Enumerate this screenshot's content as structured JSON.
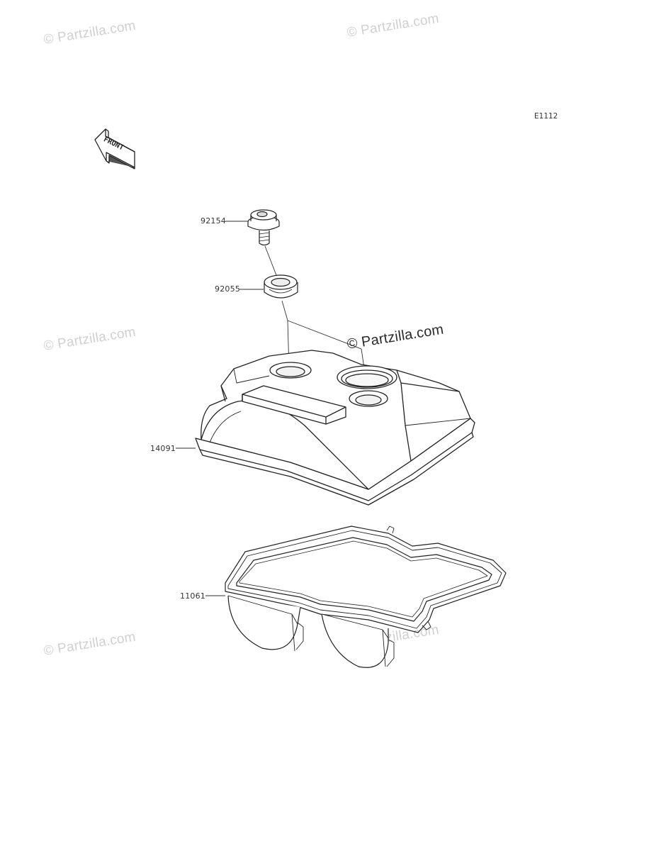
{
  "watermark_text": "© Partzilla.com",
  "diagram_code": "E1112",
  "front_label": "FRONT",
  "parts": [
    {
      "number": "92154"
    },
    {
      "number": "92055"
    },
    {
      "number": "14091"
    },
    {
      "number": "11061"
    }
  ]
}
